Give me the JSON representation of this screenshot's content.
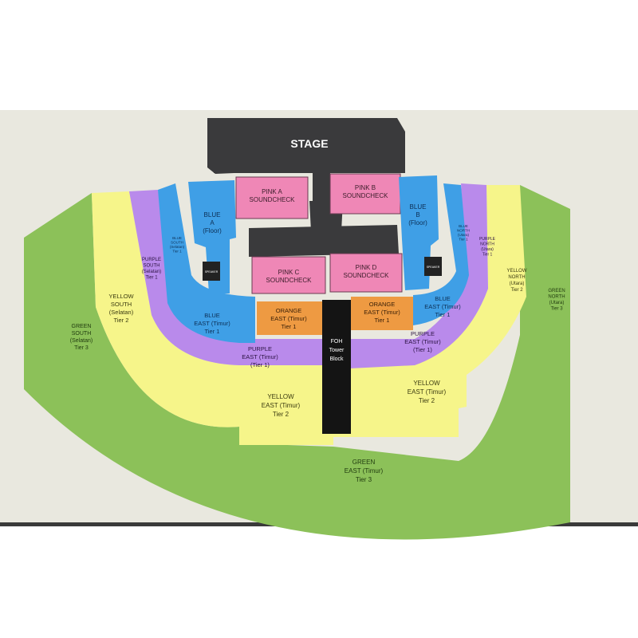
{
  "colors": {
    "background": "#e9e8df",
    "bottom_bar": "#3a3a3a",
    "stage": "#3a3a3c",
    "green": "#8cc159",
    "yellow": "#f6f58a",
    "purple": "#b98aeb",
    "blue": "#3f9fe6",
    "pink": "#ef87b6",
    "orange": "#ee9a42",
    "black": "#141414"
  },
  "stage": {
    "label": "STAGE"
  },
  "pink": {
    "a": [
      "PINK A",
      "SOUNDCHECK"
    ],
    "b": [
      "PINK B",
      "SOUNDCHECK"
    ],
    "c": [
      "PINK C",
      "SOUNDCHECK"
    ],
    "d": [
      "PINK D",
      "SOUNDCHECK"
    ]
  },
  "blue": {
    "a": [
      "BLUE",
      "A",
      "(Floor)"
    ],
    "b": [
      "BLUE",
      "B",
      "(Floor)"
    ],
    "south": [
      "BLUE",
      "SOUTH",
      "(Selatan)",
      "Tier 1"
    ],
    "north": [
      "BLUE",
      "NORTH",
      "(Utara)",
      "Tier 1"
    ],
    "east_left": [
      "BLUE",
      "EAST (Timur)",
      "Tier 1"
    ],
    "east_right": [
      "BLUE",
      "EAST (Timur)",
      "Tier 1"
    ]
  },
  "orange": {
    "left": [
      "ORANGE",
      "EAST (Timur)",
      "Tier 1"
    ],
    "right": [
      "ORANGE",
      "EAST (Timur)",
      "Tier 1"
    ]
  },
  "purple": {
    "south": [
      "PURPLE",
      "SOUTH",
      "(Selatan)",
      "Tier 1"
    ],
    "north": [
      "PURPLE",
      "NORTH",
      "(Utara)",
      "Tier 1"
    ],
    "east_left": [
      "PURPLE",
      "EAST (Timur)",
      "(Tier 1)"
    ],
    "east_right": [
      "PURPLE",
      "EAST (Timur)",
      "(Tier 1)"
    ]
  },
  "yellow": {
    "south": [
      "YELLOW",
      "SOUTH",
      "(Selatan)",
      "Tier 2"
    ],
    "north": [
      "YELLOW",
      "NORTH",
      "(Utara)",
      "Tier 2"
    ],
    "east_left": [
      "YELLOW",
      "EAST (Timur)",
      "Tier 2"
    ],
    "east_right": [
      "YELLOW",
      "EAST (Timur)",
      "Tier 2"
    ]
  },
  "green": {
    "south": [
      "GREEN",
      "SOUTH",
      "(Selatan)",
      "Tier 3"
    ],
    "north": [
      "GREEN",
      "NORTH",
      "(Utara)",
      "Tier 3"
    ],
    "east": [
      "GREEN",
      "EAST (Timur)",
      "Tier 3"
    ]
  },
  "foh": [
    "FOH",
    "Tower",
    "Block"
  ],
  "speaker": {
    "left": "SPEAKER",
    "right": "SPEAKER"
  }
}
